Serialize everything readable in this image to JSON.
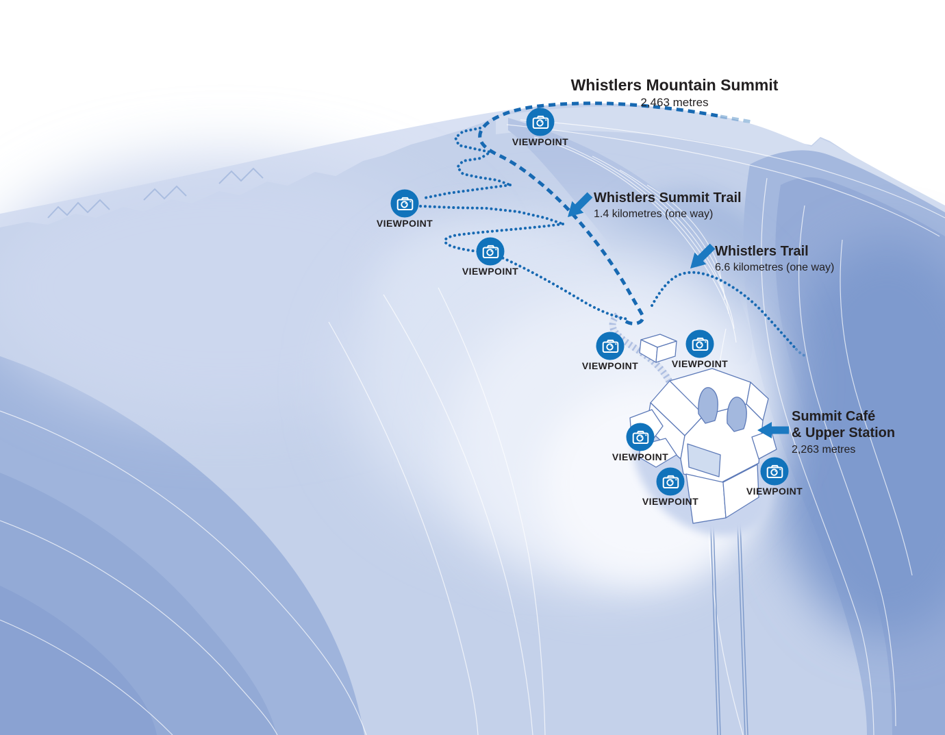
{
  "summit": {
    "title": "Whistlers Mountain Summit",
    "elevation": "2,463 metres"
  },
  "summit_trail": {
    "name": "Whistlers Summit Trail",
    "distance": "1.4 kilometres (one way)"
  },
  "whistlers_trail": {
    "name": "Whistlers Trail",
    "distance": "6.6 kilometres (one way)"
  },
  "station": {
    "name_line1": "Summit Café",
    "name_line2": "& Upper Station",
    "elevation": "2,263 metres"
  },
  "viewpoints": [
    {
      "label": "VIEWPOINT"
    },
    {
      "label": "VIEWPOINT"
    },
    {
      "label": "VIEWPOINT"
    },
    {
      "label": "VIEWPOINT"
    },
    {
      "label": "VIEWPOINT"
    },
    {
      "label": "VIEWPOINT"
    },
    {
      "label": "VIEWPOINT"
    },
    {
      "label": "VIEWPOINT"
    }
  ],
  "icons": {
    "viewpoint": "camera-icon",
    "direction": "arrow-icon"
  },
  "colors": {
    "marker_blue": "#1173bb",
    "trail_blue": "#1769b2",
    "arrow_blue": "#1b79c1",
    "text_dark": "#221f20",
    "terrain_base": "#c4d1ea",
    "terrain_light": "#f6f8fd",
    "terrain_dark_valley": "#7e9ace",
    "building_outline": "#5d7ab8"
  }
}
